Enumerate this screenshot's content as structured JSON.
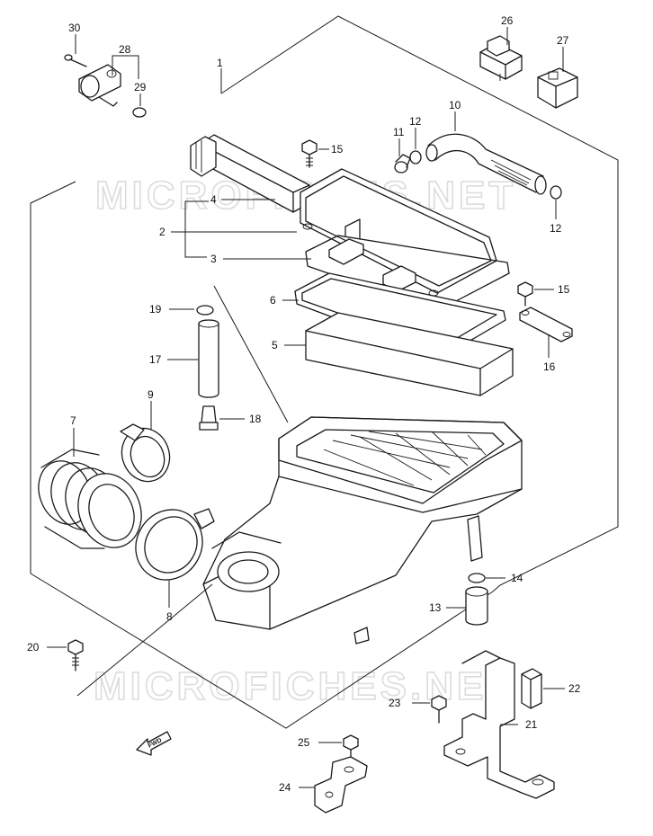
{
  "watermark": [
    "MICROFICHES.NET",
    "MICROFICHES.NET"
  ],
  "fwd_label": "FWD",
  "callouts": [
    {
      "id": "1",
      "text": "1"
    },
    {
      "id": "2",
      "text": "2"
    },
    {
      "id": "3",
      "text": "3"
    },
    {
      "id": "4",
      "text": "4"
    },
    {
      "id": "5",
      "text": "5"
    },
    {
      "id": "6",
      "text": "6"
    },
    {
      "id": "7",
      "text": "7"
    },
    {
      "id": "8",
      "text": "8"
    },
    {
      "id": "9",
      "text": "9"
    },
    {
      "id": "10",
      "text": "10"
    },
    {
      "id": "11",
      "text": "11"
    },
    {
      "id": "12a",
      "text": "12"
    },
    {
      "id": "12b",
      "text": "12"
    },
    {
      "id": "13",
      "text": "13"
    },
    {
      "id": "14",
      "text": "14"
    },
    {
      "id": "15a",
      "text": "15"
    },
    {
      "id": "15b",
      "text": "15"
    },
    {
      "id": "16",
      "text": "16"
    },
    {
      "id": "17",
      "text": "17"
    },
    {
      "id": "18",
      "text": "18"
    },
    {
      "id": "19",
      "text": "19"
    },
    {
      "id": "20",
      "text": "20"
    },
    {
      "id": "21",
      "text": "21"
    },
    {
      "id": "22",
      "text": "22"
    },
    {
      "id": "23",
      "text": "23"
    },
    {
      "id": "24",
      "text": "24"
    },
    {
      "id": "25",
      "text": "25"
    },
    {
      "id": "26",
      "text": "26"
    },
    {
      "id": "27",
      "text": "27"
    },
    {
      "id": "28",
      "text": "28"
    },
    {
      "id": "29",
      "text": "29"
    },
    {
      "id": "30",
      "text": "30"
    }
  ]
}
